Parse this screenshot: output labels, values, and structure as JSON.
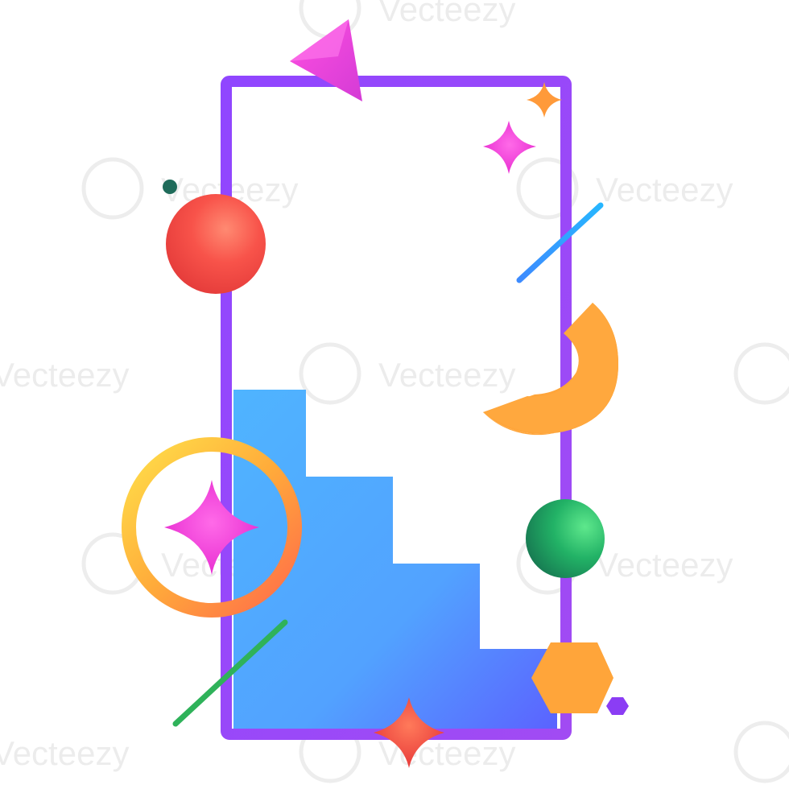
{
  "watermark": {
    "text": "Vecteezy"
  },
  "palette": {
    "frame": "#8b4bff",
    "stairs_top": "#4aa8ff",
    "stairs_bottom": "#5a6cff",
    "red_ball": "#f4433c",
    "green_ball": "#22a866",
    "orange": "#ffa53a",
    "magenta": "#ff3fd8",
    "ring_outer": "#ff8a3d",
    "ring_inner": "#ffd04a"
  },
  "icons": [
    "cone-shape",
    "sparkle-star",
    "sphere",
    "ring",
    "half-ring",
    "hexagon",
    "stick",
    "dot"
  ]
}
